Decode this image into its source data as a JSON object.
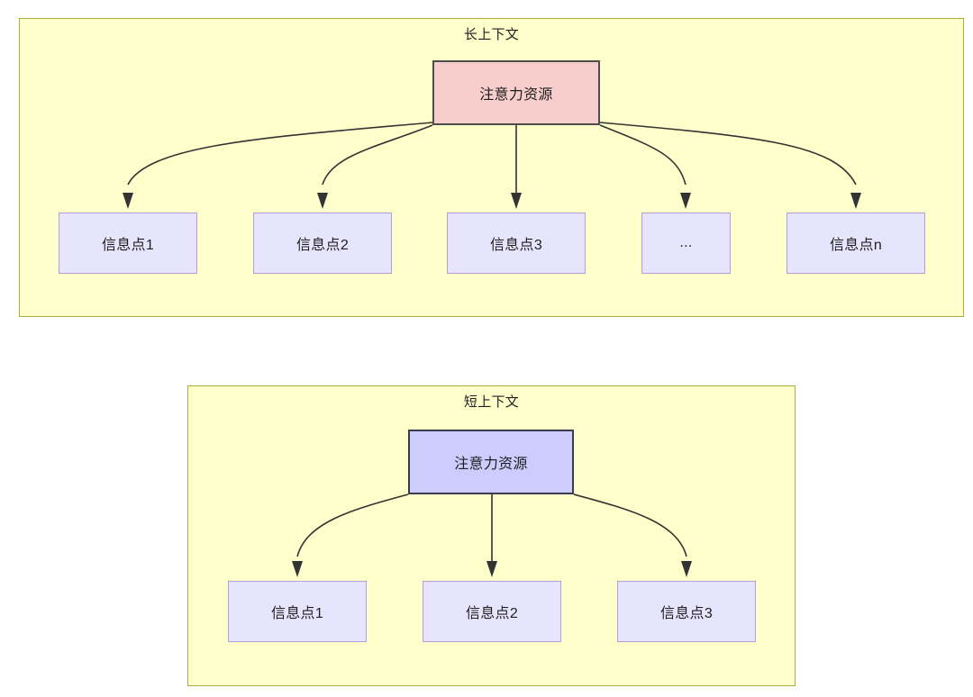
{
  "diagram": {
    "type": "attention-allocation-comparison",
    "background": "#ffffff",
    "panel_fill": "#ffffcc",
    "panel_border": "#adad3d",
    "accent_long": "#f8cecc",
    "accent_short": "#ccccff",
    "info_fill": "#e7e5fd",
    "info_border": "#b39ddb",
    "edge_color": "#333333"
  },
  "panels": [
    {
      "id": "long-context",
      "title": "长上下文",
      "root": {
        "label": "注意力资源",
        "fill": "#f8cecc",
        "border": "#4d4d4d"
      },
      "children": [
        {
          "label": "信息点1"
        },
        {
          "label": "信息点2"
        },
        {
          "label": "信息点3"
        },
        {
          "label": "..."
        },
        {
          "label": "信息点n"
        }
      ]
    },
    {
      "id": "short-context",
      "title": "短上下文",
      "root": {
        "label": "注意力资源",
        "fill": "#ccccff",
        "border": "#3c3c50"
      },
      "children": [
        {
          "label": "信息点1"
        },
        {
          "label": "信息点2"
        },
        {
          "label": "信息点3"
        }
      ]
    }
  ]
}
